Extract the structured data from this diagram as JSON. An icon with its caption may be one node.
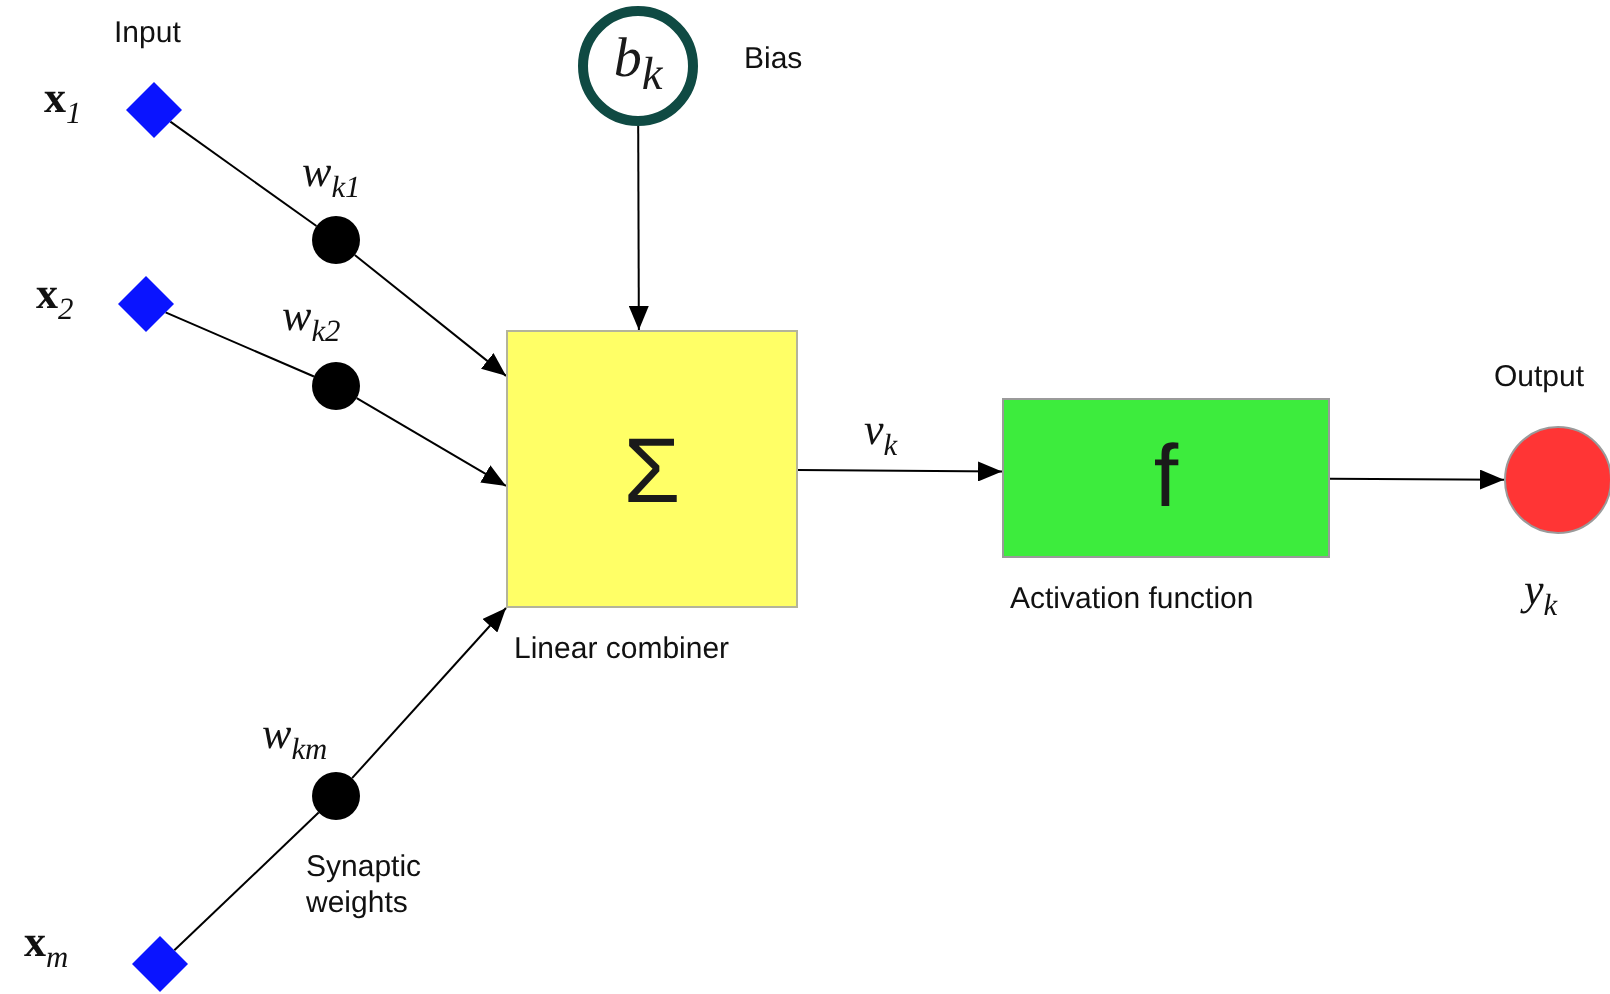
{
  "diagram": {
    "nodes": [
      {
        "text": [],
        "shape": "diamond",
        "beside": [
          "x$_{1}$"
        ]
      },
      {
        "text": [],
        "shape": "diamond",
        "beside": [
          "x$_{2}$"
        ]
      },
      {
        "text": [],
        "shape": "diamond",
        "beside": [
          "x$_{m}$"
        ]
      },
      {
        "text": [],
        "shape": "circle",
        "beside": [
          "w$_{k1}$"
        ]
      },
      {
        "text": [],
        "shape": "circle",
        "beside": [
          "w$_{k2}$"
        ]
      },
      {
        "text": [],
        "shape": "circle",
        "beside": [
          "w$_{km}$"
        ]
      },
      {
        "text": [
          "b$_{k}$"
        ],
        "beside": [
          "Bias"
        ]
      },
      {
        "text": [
          "Σ"
        ],
        "beside": [
          "Linear combiner"
        ]
      },
      {
        "text": [
          "f"
        ],
        "beside": [
          "Activation function"
        ]
      },
      {
        "text": [],
        "shape": "circle",
        "beside": [
          "Output",
          "y$_{k}$"
        ]
      }
    ],
    "edges": [
      {
        "from": 0,
        "to": 3,
        "arrow": "none"
      },
      {
        "from": 3,
        "to": 7,
        "arrow": "to"
      },
      {
        "from": 1,
        "to": 4,
        "arrow": "none"
      },
      {
        "from": 4,
        "to": 7,
        "arrow": "to"
      },
      {
        "from": 2,
        "to": 5,
        "arrow": "none"
      },
      {
        "from": 5,
        "to": 7,
        "arrow": "to"
      },
      {
        "from": 6,
        "to": 7,
        "arrow": "to"
      },
      {
        "from": 7,
        "to": 8,
        "arrow": "to",
        "label": "v$_{k}$"
      },
      {
        "from": 8,
        "to": 9,
        "arrow": "to"
      }
    ],
    "labels": [
      "Input",
      "Synaptic weights"
    ]
  }
}
